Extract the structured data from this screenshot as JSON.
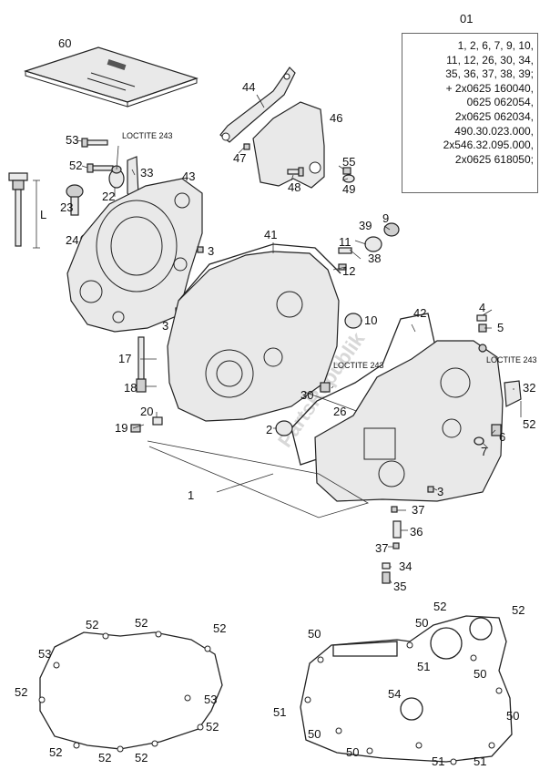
{
  "kit": {
    "id": "01",
    "lines": [
      "1, 2, 6, 7, 9, 10,",
      "11, 12, 26, 30, 34,",
      "35, 36, 37, 38, 39;",
      "+ 2x0625 160040,",
      "0625 062054,",
      "2x0625 062034,",
      "490.30.023.000,",
      "2x546.32.095.000,",
      "2x0625 618050;"
    ]
  },
  "notes": {
    "loctite_a": "LOCTITE 243",
    "loctite_b": "LOCTITE 243",
    "loctite_c": "LOCTITE 243",
    "length_mark": "L"
  },
  "watermark": "PartsRepublik",
  "labels": {
    "n60": "60",
    "n44": "44",
    "n46": "46",
    "n47": "47",
    "n48": "48",
    "n55": "55",
    "n49": "49",
    "n53": "53",
    "n52a": "52",
    "n33": "33",
    "n22": "22",
    "n43": "43",
    "n23": "23",
    "n24": "24",
    "n3a": "3",
    "n3b": "3",
    "n41": "41",
    "n11": "11",
    "n39": "39",
    "n9": "9",
    "n38": "38",
    "n12": "12",
    "n10": "10",
    "n42": "42",
    "n4": "4",
    "n5": "5",
    "n17": "17",
    "n18": "18",
    "n30": "30",
    "n26": "26",
    "n32": "32",
    "n52b": "52",
    "n20": "20",
    "n19": "19",
    "n2": "2",
    "n6": "6",
    "n7": "7",
    "n1": "1",
    "n3c": "3",
    "n37a": "37",
    "n36": "36",
    "n37b": "37",
    "n34": "34",
    "n35": "35",
    "g52a": "52",
    "g52b": "52",
    "g52c": "52",
    "g53a": "53",
    "g52d": "52",
    "g53b": "53",
    "g52e": "52",
    "g52f": "52",
    "g52g": "52",
    "g52h": "52",
    "h52a": "52",
    "h52b": "52",
    "h50a": "50",
    "h50b": "50",
    "h51a": "51",
    "h50c": "50",
    "h54": "54",
    "h51b": "51",
    "h50d": "50",
    "h50e": "50",
    "h50f": "50",
    "h51c": "51",
    "h51d": "51"
  }
}
